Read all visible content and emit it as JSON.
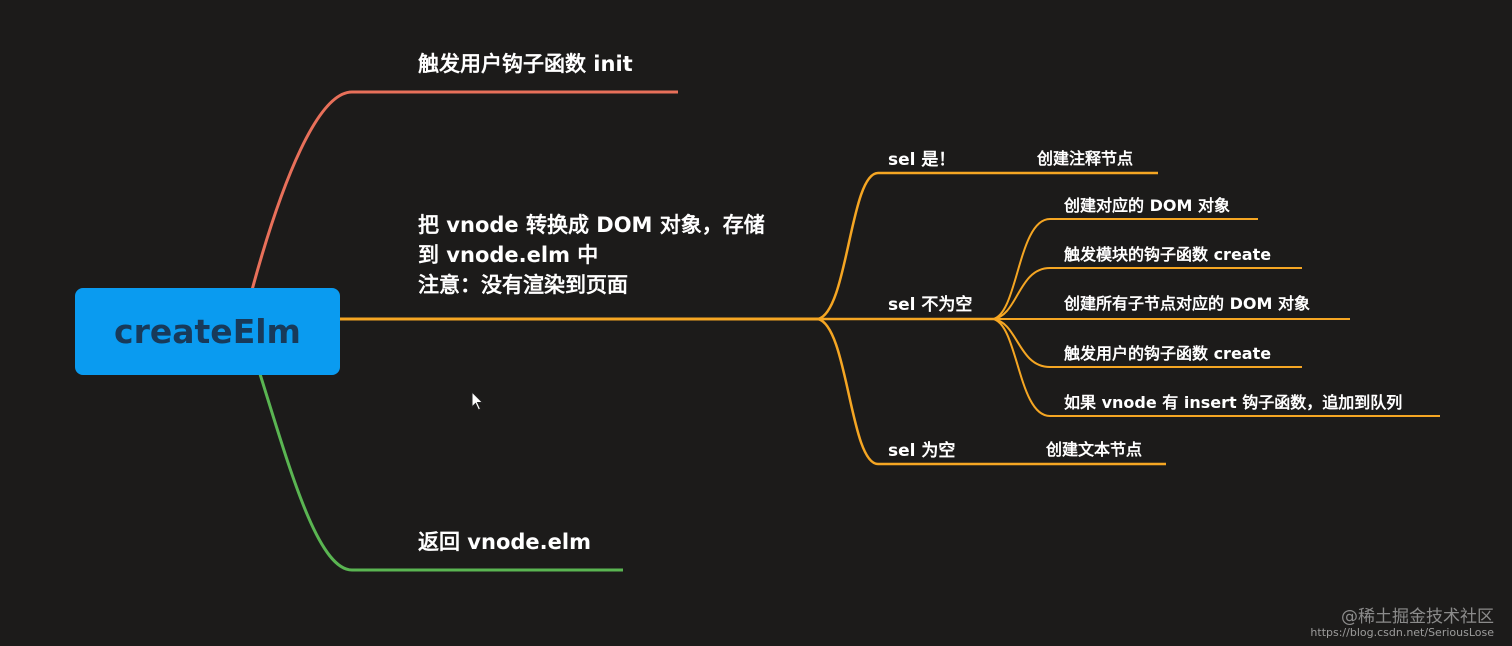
{
  "colors": {
    "background": "#1c1b1a",
    "root_fill": "#0a9bf0",
    "root_text": "#183a5a",
    "branch_init": "#e8705a",
    "branch_convert": "#f5a623",
    "branch_return": "#5ab552",
    "text": "#ffffff"
  },
  "root": {
    "label": "createElm"
  },
  "branches": {
    "init": {
      "label": "触发用户钩子函数 init"
    },
    "convert": {
      "lines": [
        "把 vnode 转换成 DOM 对象，存储",
        "到 vnode.elm 中",
        "注意：没有渲染到页面"
      ]
    },
    "ret": {
      "label": "返回 vnode.elm"
    }
  },
  "sel_nodes": {
    "bang": {
      "label": "sel 是！",
      "child": "创建注释节点"
    },
    "not_empty": {
      "label": "sel 不为空",
      "children": [
        "创建对应的 DOM 对象",
        "触发模块的钩子函数 create",
        "创建所有子节点对应的 DOM 对象",
        "触发用户的钩子函数 create",
        "如果 vnode 有 insert 钩子函数，追加到队列"
      ]
    },
    "empty": {
      "label": "sel 为空",
      "child": "创建文本节点"
    }
  },
  "watermark": {
    "logo": "@稀土掘金技术社区",
    "url": "https://blog.csdn.net/SeriousLose"
  },
  "icons": {
    "cursor": "mouse-pointer-icon"
  }
}
